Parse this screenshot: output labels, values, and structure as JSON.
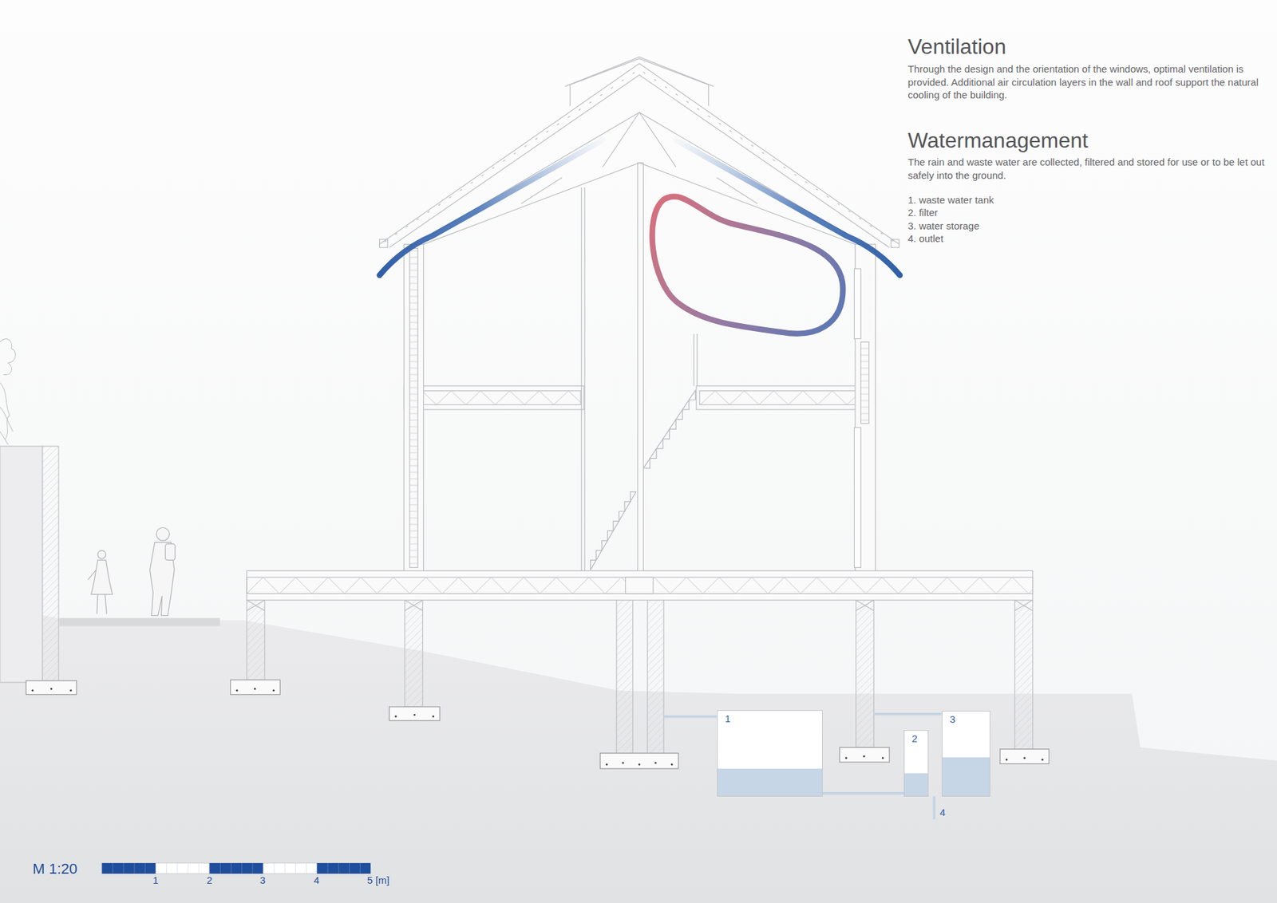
{
  "diagram": {
    "nodes": [
      {
        "text": [
          "1"
        ]
      },
      {
        "text": [
          "2"
        ]
      },
      {
        "text": [
          "3"
        ]
      }
    ],
    "edges": [
      {
        "from": 0,
        "to": 1,
        "arrow": "none"
      }
    ],
    "labels": [
      "Ventilation",
      "Through the design and the orientation of the windows, optimal ventilation is provided. Additional air circulation layers in the wall and roof support the natural cooling of the building.",
      "Watermanagement",
      "The rain and waste water are collected, filtered and stored for use or to be let out safely into the ground.",
      "1. waste water tank",
      "2. filter",
      "3. water storage",
      "4. outlet",
      "4",
      "M 1:20",
      "1",
      "2",
      "3",
      "4",
      "5 [m]"
    ]
  }
}
